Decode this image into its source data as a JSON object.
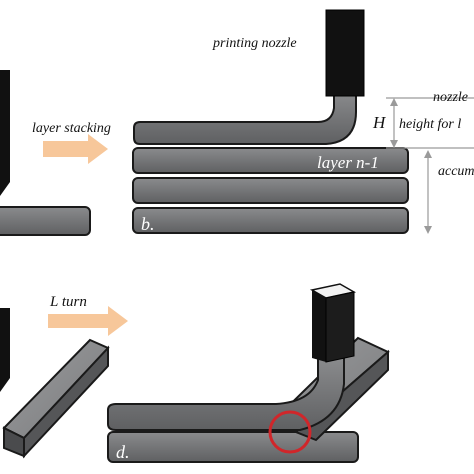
{
  "labels": {
    "printing_nozzle": "printing nozzle",
    "layer_stacking": "layer stacking",
    "nozzle_partial": "nozzle",
    "H": "H",
    "height_partial": "height for l",
    "layer_n_minus_1": "layer n-1",
    "accum_partial": "accum",
    "panel_b": "b.",
    "l_turn": "L turn",
    "panel_d": "d."
  },
  "colors": {
    "bead_fill": "#6d6e70",
    "bead_top": "#8a8b8d",
    "bead_edge": "#1a1a1a",
    "nozzle": "#111111",
    "arrow": "#f7c79a",
    "dim_line": "#9a9a9a",
    "highlight_circle": "#d0262a"
  }
}
